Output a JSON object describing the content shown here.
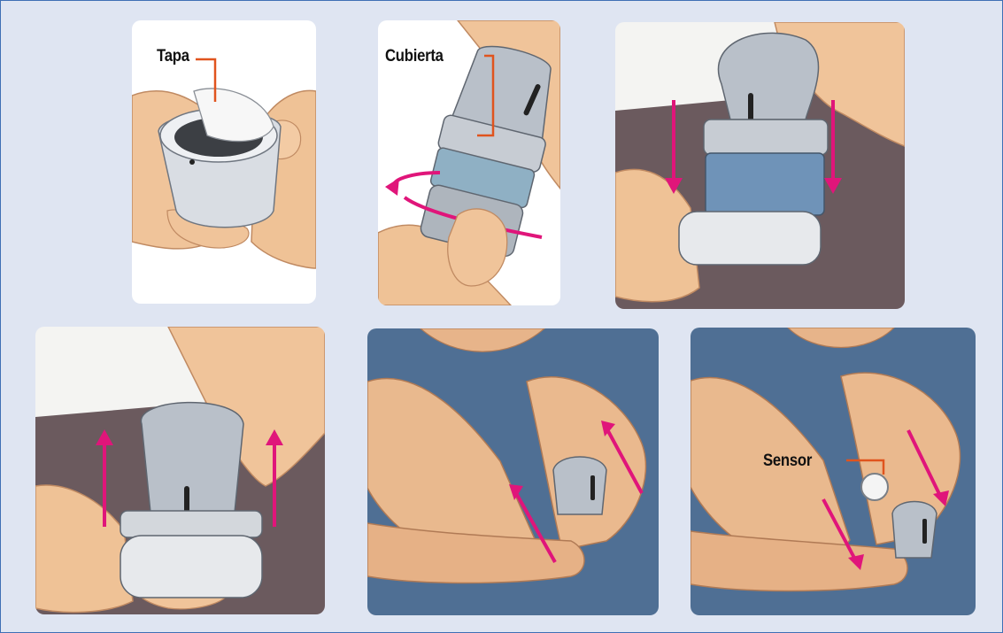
{
  "panels": [
    {
      "id": 1,
      "label": "Tapa"
    },
    {
      "id": 2,
      "label": "Cubierta"
    },
    {
      "id": 3
    },
    {
      "id": 4
    },
    {
      "id": 5
    },
    {
      "id": 6,
      "label": "Sensor"
    }
  ],
  "colors": {
    "background": "#dfe5f2",
    "border": "#3f6fb5",
    "arrow": "#e0157a",
    "callout_line": "#e0541e",
    "skin": "#f0c49a",
    "applicator": "#b9c0c9",
    "tabletop": "#6b5a5e",
    "shirt": "#4f6f94"
  },
  "icons": [
    "hand-icon",
    "applicator-icon",
    "arrow-icon",
    "arm-icon",
    "sensor-icon"
  ]
}
